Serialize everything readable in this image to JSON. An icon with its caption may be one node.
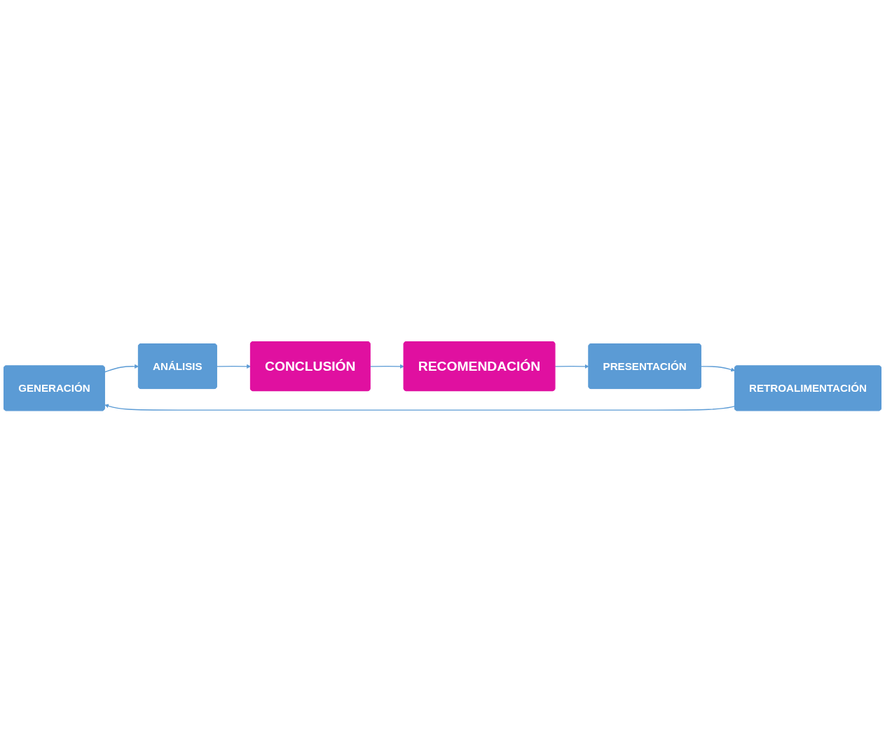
{
  "diagram": {
    "nodes": [
      {
        "text": [
          "GENERACIÓN"
        ]
      },
      {
        "text": [
          "ANÁLISIS"
        ]
      },
      {
        "text": [
          "CONCLUSIÓN"
        ]
      },
      {
        "text": [
          "RECOMENDACIÓN"
        ]
      },
      {
        "text": [
          "PRESENTACIÓN"
        ]
      },
      {
        "text": [
          "RETROALIMENTACIÓN"
        ]
      }
    ],
    "edges": [
      {
        "from": 0,
        "to": 1,
        "arrow": "to"
      },
      {
        "from": 1,
        "to": 2,
        "arrow": "to"
      },
      {
        "from": 2,
        "to": 3,
        "arrow": "to"
      },
      {
        "from": 3,
        "to": 4,
        "arrow": "to"
      },
      {
        "from": 4,
        "to": 5,
        "arrow": "to"
      },
      {
        "from": 5,
        "to": 0,
        "arrow": "to"
      }
    ]
  }
}
